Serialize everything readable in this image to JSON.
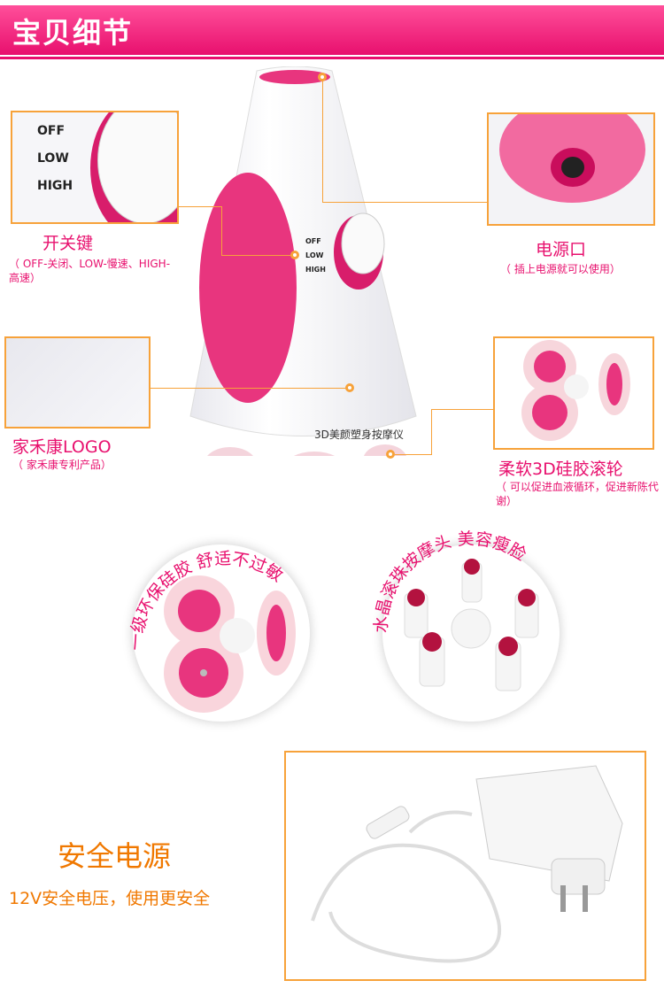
{
  "header": {
    "title": "宝贝细节"
  },
  "switch": {
    "caption": "开关键",
    "note": "（ OFF-关闭、LOW-慢速、HIGH-高速）",
    "labels": [
      "OFF",
      "LOW",
      "HIGH"
    ]
  },
  "power_port": {
    "caption": "电源口",
    "note": "（ 插上电源就可以使用）"
  },
  "logo": {
    "caption": "家禾康LOGO",
    "note": "（ 家禾康专利产品）"
  },
  "roller": {
    "caption": "柔软3D硅胶滚轮",
    "note": "（ 可以促进血液循环，促进新陈代谢）"
  },
  "device": {
    "label": "3D美颜塑身按摩仪"
  },
  "features": [
    {
      "arc_text": "一级环保硅胶 舒适不过敏"
    },
    {
      "arc_text": "水晶滚珠按摩头 美容瘦脸"
    }
  ],
  "safety": {
    "title": "安全电源",
    "subtitle": "12V安全电压，使用更安全"
  },
  "colors": {
    "accent": "#e8106e",
    "callout": "#f7a23a",
    "orange_text": "#f07800"
  }
}
